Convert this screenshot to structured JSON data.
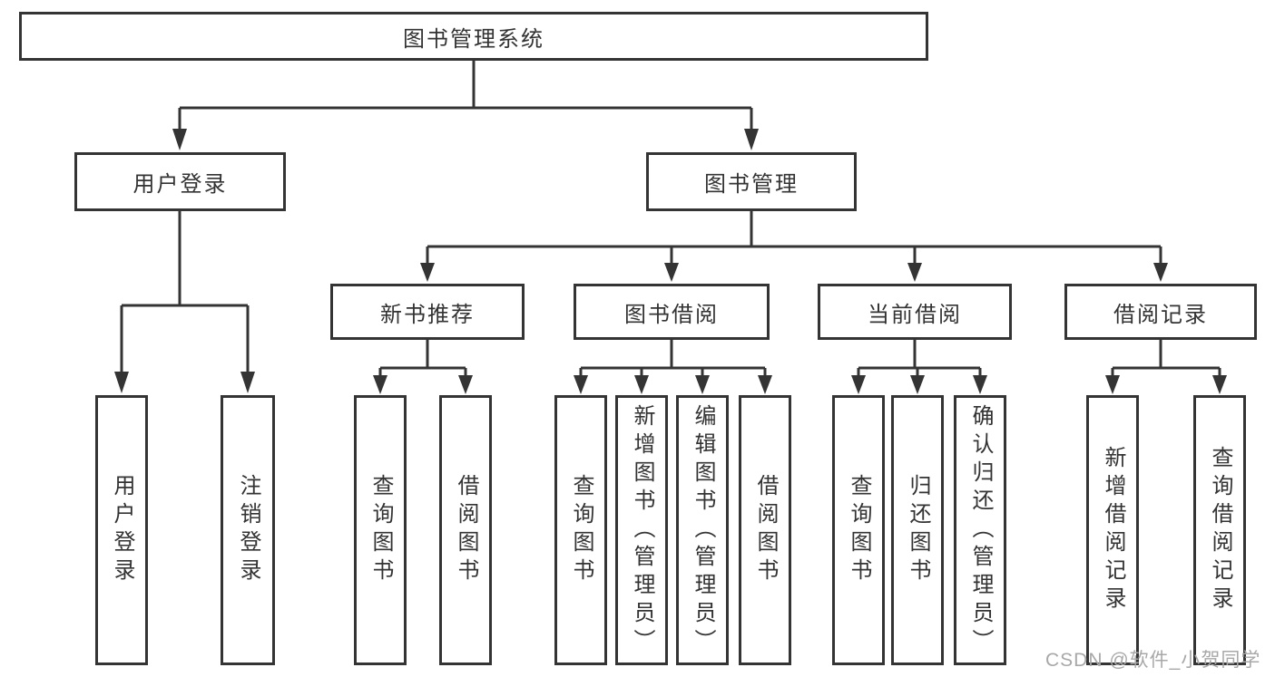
{
  "tree": {
    "label": "图书管理系统",
    "children": [
      {
        "label": "用户登录",
        "children": [
          {
            "label": "用户登录"
          },
          {
            "label": "注销登录"
          }
        ]
      },
      {
        "label": "图书管理",
        "children": [
          {
            "label": "新书推荐",
            "children": [
              {
                "label": "查询图书"
              },
              {
                "label": "借阅图书"
              }
            ]
          },
          {
            "label": "图书借阅",
            "children": [
              {
                "label": "查询图书"
              },
              {
                "label": "新增图书（管理员）"
              },
              {
                "label": "编辑图书（管理员）"
              },
              {
                "label": "借阅图书"
              }
            ]
          },
          {
            "label": "当前借阅",
            "children": [
              {
                "label": "查询图书"
              },
              {
                "label": "归还图书"
              },
              {
                "label": "确认归还（管理员）"
              }
            ]
          },
          {
            "label": "借阅记录",
            "children": [
              {
                "label": "新增借阅记录"
              },
              {
                "label": "查询借阅记录"
              }
            ]
          }
        ]
      }
    ]
  },
  "watermark": "CSDN @软件_小贺同学",
  "colors": {
    "line": "#343434",
    "box_border": "#343434",
    "text": "#333333",
    "watermark": "#a8a8a8",
    "background": "#ffffff"
  }
}
